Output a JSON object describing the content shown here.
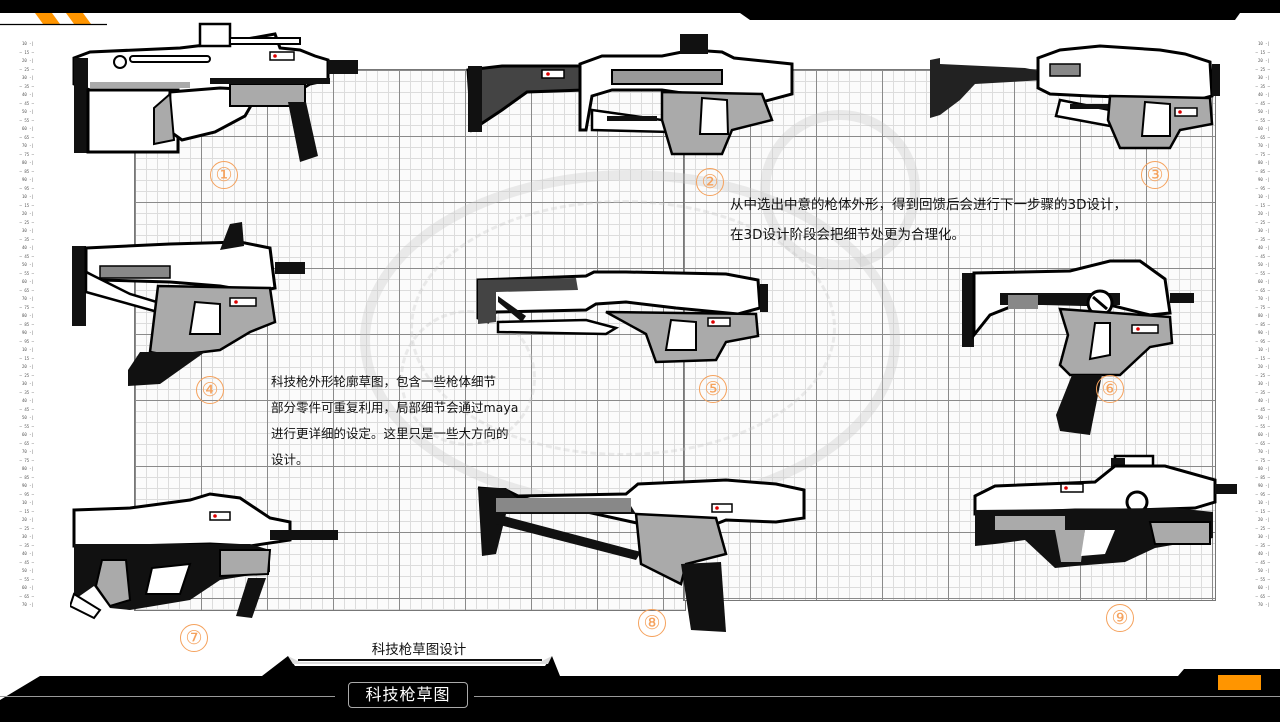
{
  "slide": {
    "header_accent_color": "#ff9500",
    "number_color": "#f5a25d",
    "caption": "科技枪草图设计",
    "footer_title": "科技枪草图"
  },
  "notes": {
    "right_note": {
      "lines": [
        "从中选出中意的枪体外形，得到回馈后会进行下一步骤的3D设计，",
        "在3D设计阶段会把细节处更为合理化。"
      ]
    },
    "left_note": {
      "lines": [
        "科技枪外形轮廓草图，包含一些枪体细节",
        "部分零件可重复利用，局部细节会通过maya",
        "进行更详细的设定。这里只是一些大方向的",
        "设计。"
      ]
    }
  },
  "sketches": [
    {
      "id": 1,
      "label": "①",
      "kind": "smg-bullpup"
    },
    {
      "id": 2,
      "label": "②",
      "kind": "carbine-scope"
    },
    {
      "id": 3,
      "label": "③",
      "kind": "carbine-rail"
    },
    {
      "id": 4,
      "label": "④",
      "kind": "smg-angled-grip"
    },
    {
      "id": 5,
      "label": "⑤",
      "kind": "skeleton-stock-rifle"
    },
    {
      "id": 6,
      "label": "⑥",
      "kind": "compact-smg"
    },
    {
      "id": 7,
      "label": "⑦",
      "kind": "bullpup-pdw"
    },
    {
      "id": 8,
      "label": "⑧",
      "kind": "long-stock-smg"
    },
    {
      "id": 9,
      "label": "⑨",
      "kind": "bullpup-scope"
    }
  ],
  "rulers": {
    "left": [
      "10",
      "15",
      "20",
      "25",
      "30",
      "35",
      "40",
      "45",
      "50",
      "55",
      "60",
      "65",
      "70",
      "75",
      "80",
      "85",
      "90",
      "95",
      "10",
      "15",
      "20",
      "25",
      "30",
      "35",
      "40",
      "45",
      "50",
      "55",
      "60",
      "65",
      "70",
      "75",
      "80",
      "85",
      "90",
      "95",
      "10",
      "15",
      "20",
      "25",
      "30",
      "35",
      "40",
      "45",
      "50",
      "55",
      "60",
      "65",
      "70",
      "75",
      "80",
      "85",
      "90",
      "95",
      "10",
      "15",
      "20",
      "25",
      "30",
      "35",
      "40",
      "45",
      "50",
      "55",
      "60",
      "65",
      "70"
    ],
    "right": [
      "10",
      "15",
      "20",
      "25",
      "30",
      "35",
      "40",
      "45",
      "50",
      "55",
      "60",
      "65",
      "70",
      "75",
      "80",
      "85",
      "90",
      "95",
      "10",
      "15",
      "20",
      "25",
      "30",
      "35",
      "40",
      "45",
      "50",
      "55",
      "60",
      "65",
      "70",
      "75",
      "80",
      "85",
      "90",
      "95",
      "10",
      "15",
      "20",
      "25",
      "30",
      "35",
      "40",
      "45",
      "50",
      "55",
      "60",
      "65",
      "70",
      "75",
      "80",
      "85",
      "90",
      "95",
      "10",
      "15",
      "20",
      "25",
      "30",
      "35",
      "40",
      "45",
      "50",
      "55",
      "60",
      "65",
      "70"
    ]
  }
}
